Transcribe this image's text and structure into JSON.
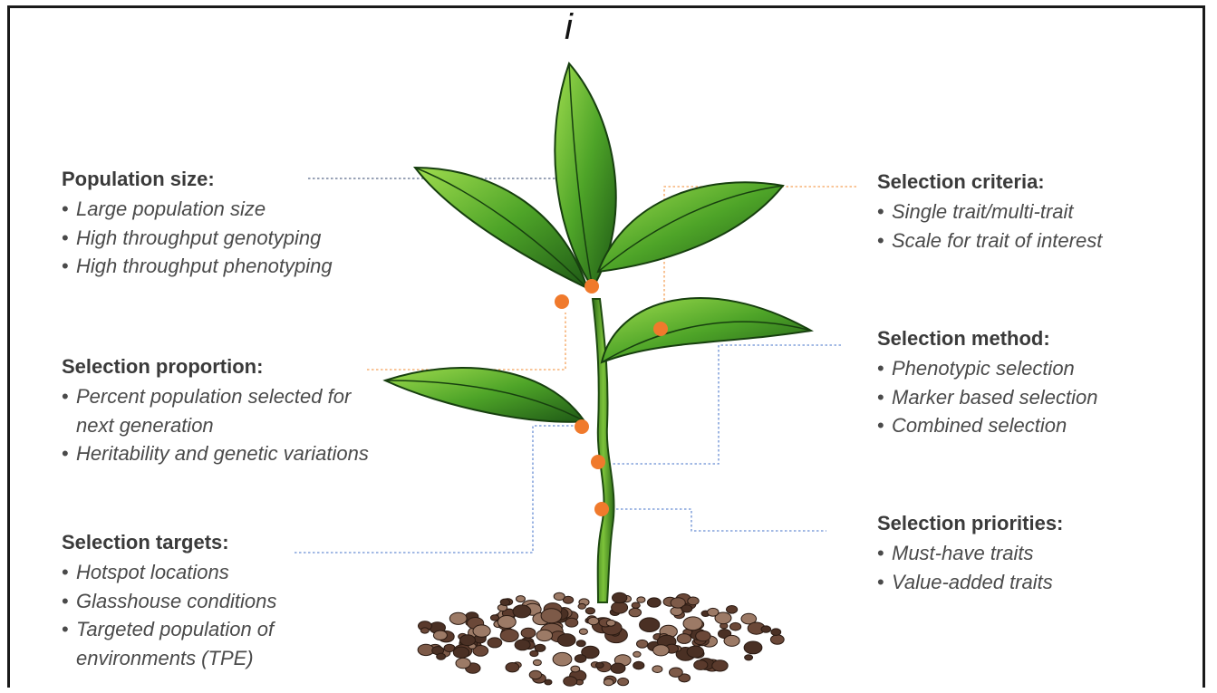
{
  "panel_label": "i",
  "colors": {
    "leaf_dark": "#1f5a16",
    "leaf_mid": "#3f9a22",
    "leaf_light": "#8ed143",
    "stem": "#5aa02a",
    "soil_dark": "#4a3024",
    "soil_light": "#9c7a66",
    "node_dot": "#f07a2c",
    "connector_blue": "#6a8fd4",
    "connector_orange": "#f5a25a",
    "connector_dark": "#5a6a8a"
  },
  "groups": {
    "population_size": {
      "title": "Population size:",
      "items": [
        "Large population size",
        "High throughput genotyping",
        "High throughput phenotyping"
      ]
    },
    "selection_proportion": {
      "title": "Selection proportion:",
      "items": [
        "Percent population selected for next generation",
        "Heritability and genetic variations"
      ]
    },
    "selection_targets": {
      "title": "Selection targets:",
      "items": [
        "Hotspot locations",
        "Glasshouse conditions",
        "Targeted population of environments (TPE)"
      ]
    },
    "selection_criteria": {
      "title": "Selection criteria:",
      "items": [
        "Single trait/multi-trait",
        "Scale for trait of interest"
      ]
    },
    "selection_method": {
      "title": "Selection method:",
      "items": [
        "Phenotypic selection",
        "Marker based selection",
        "Combined selection"
      ]
    },
    "selection_priorities": {
      "title": "Selection priorities:",
      "items": [
        "Must-have traits",
        "Value-added traits"
      ]
    }
  }
}
